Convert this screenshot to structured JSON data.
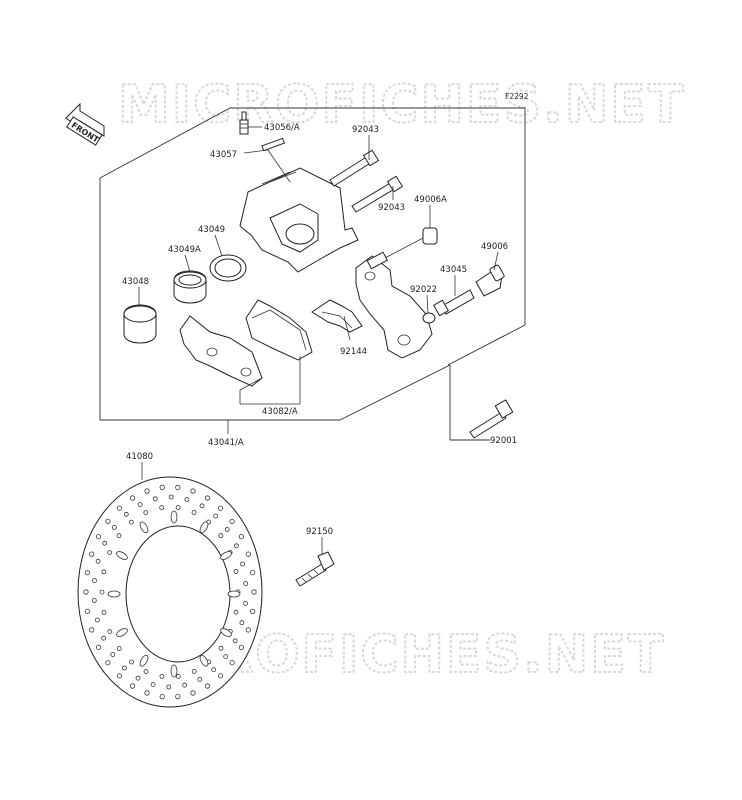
{
  "figure_code": "F2292",
  "watermark": "MICROFICHES.NET",
  "front_label": "FRONT",
  "parts": [
    {
      "id": "43056a",
      "number": "43056/A"
    },
    {
      "id": "43057",
      "number": "43057"
    },
    {
      "id": "92043a",
      "number": "92043"
    },
    {
      "id": "92043b",
      "number": "92043"
    },
    {
      "id": "49006a",
      "number": "49006A"
    },
    {
      "id": "43049",
      "number": "43049"
    },
    {
      "id": "43049a",
      "number": "43049A"
    },
    {
      "id": "49006",
      "number": "49006"
    },
    {
      "id": "43045",
      "number": "43045"
    },
    {
      "id": "43048",
      "number": "43048"
    },
    {
      "id": "92022",
      "number": "92022"
    },
    {
      "id": "92144",
      "number": "92144"
    },
    {
      "id": "43082a",
      "number": "43082/A"
    },
    {
      "id": "43041a",
      "number": "43041/A"
    },
    {
      "id": "92001",
      "number": "92001"
    },
    {
      "id": "41080",
      "number": "41080"
    },
    {
      "id": "92150",
      "number": "92150"
    }
  ]
}
